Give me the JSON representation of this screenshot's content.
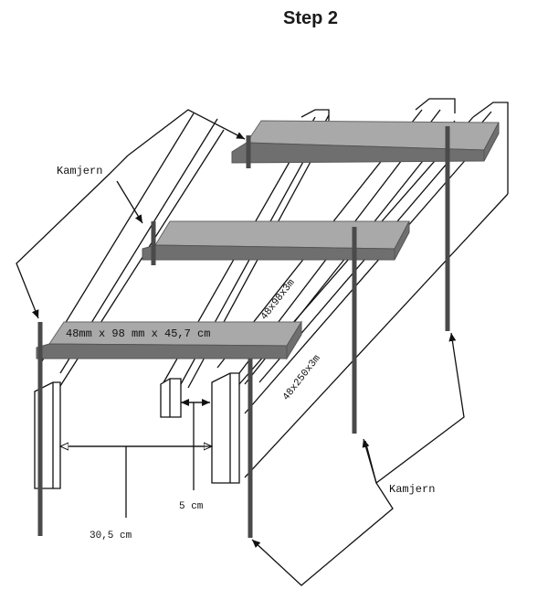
{
  "title": "Step 2",
  "labels": {
    "kamjern_top": "Kamjern",
    "kamjern_bottom": "Kamjern",
    "plate_dimensions": "48mm x 98 mm x 45,7 cm",
    "joist_small": "48x98x3m",
    "joist_large": "48x250x3m",
    "gap": "5 cm",
    "spacing": "30,5 cm"
  }
}
